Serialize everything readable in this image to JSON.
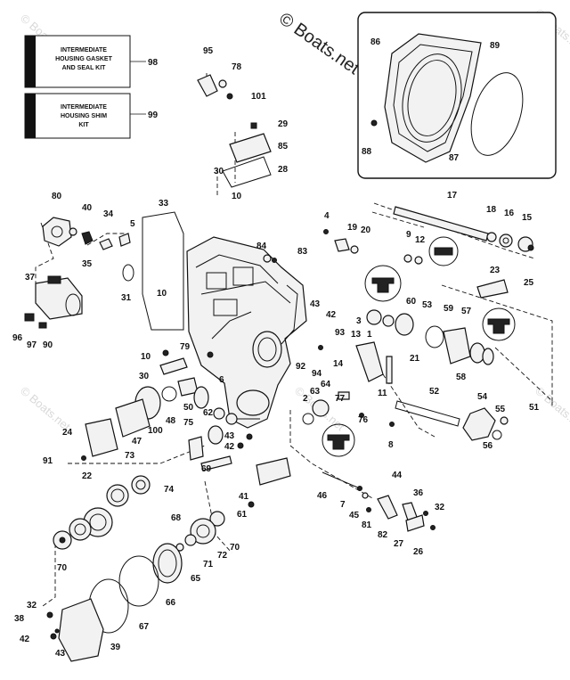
{
  "watermark": {
    "text": "© Boats.net",
    "ghost_text": "© Boats.net"
  },
  "kits": [
    {
      "line1": "INTERMEDIATE",
      "line2": "HOUSING GASKET",
      "line3": "AND SEAL KIT",
      "ref": "98"
    },
    {
      "line1": "INTERMEDIATE",
      "line2": "HOUSING SHIM",
      "line3": "KIT",
      "ref": "99"
    }
  ],
  "callouts": [
    {
      "id": "95",
      "label": "95"
    },
    {
      "id": "78",
      "label": "78"
    },
    {
      "id": "101",
      "label": "101"
    },
    {
      "id": "29",
      "label": "29"
    },
    {
      "id": "85",
      "label": "85"
    },
    {
      "id": "28",
      "label": "28"
    },
    {
      "id": "86",
      "label": "86"
    },
    {
      "id": "89",
      "label": "89"
    },
    {
      "id": "88",
      "label": "88"
    },
    {
      "id": "87",
      "label": "87"
    },
    {
      "id": "30a",
      "label": "30"
    },
    {
      "id": "10a",
      "label": "10"
    },
    {
      "id": "80",
      "label": "80"
    },
    {
      "id": "40",
      "label": "40"
    },
    {
      "id": "34",
      "label": "34"
    },
    {
      "id": "5",
      "label": "5"
    },
    {
      "id": "33",
      "label": "33"
    },
    {
      "id": "35",
      "label": "35"
    },
    {
      "id": "4",
      "label": "4"
    },
    {
      "id": "19",
      "label": "19"
    },
    {
      "id": "20",
      "label": "20"
    },
    {
      "id": "17",
      "label": "17"
    },
    {
      "id": "18",
      "label": "18"
    },
    {
      "id": "16",
      "label": "16"
    },
    {
      "id": "15",
      "label": "15"
    },
    {
      "id": "84",
      "label": "84"
    },
    {
      "id": "83",
      "label": "83"
    },
    {
      "id": "9",
      "label": "9"
    },
    {
      "id": "12",
      "label": "12"
    },
    {
      "id": "37",
      "label": "37"
    },
    {
      "id": "31",
      "label": "31"
    },
    {
      "id": "10b",
      "label": "10"
    },
    {
      "id": "23",
      "label": "23"
    },
    {
      "id": "25",
      "label": "25"
    },
    {
      "id": "96",
      "label": "96"
    },
    {
      "id": "97",
      "label": "97"
    },
    {
      "id": "90",
      "label": "90"
    },
    {
      "id": "43a",
      "label": "43"
    },
    {
      "id": "42a",
      "label": "42"
    },
    {
      "id": "3",
      "label": "3"
    },
    {
      "id": "60",
      "label": "60"
    },
    {
      "id": "53",
      "label": "53"
    },
    {
      "id": "59",
      "label": "59"
    },
    {
      "id": "57",
      "label": "57"
    },
    {
      "id": "93",
      "label": "93"
    },
    {
      "id": "13",
      "label": "13"
    },
    {
      "id": "1",
      "label": "1"
    },
    {
      "id": "79",
      "label": "79"
    },
    {
      "id": "10c",
      "label": "10"
    },
    {
      "id": "92",
      "label": "92"
    },
    {
      "id": "94",
      "label": "94"
    },
    {
      "id": "14",
      "label": "14"
    },
    {
      "id": "21",
      "label": "21"
    },
    {
      "id": "58",
      "label": "58"
    },
    {
      "id": "30b",
      "label": "30"
    },
    {
      "id": "6",
      "label": "6"
    },
    {
      "id": "11",
      "label": "11"
    },
    {
      "id": "63",
      "label": "63"
    },
    {
      "id": "64",
      "label": "64"
    },
    {
      "id": "2",
      "label": "2"
    },
    {
      "id": "52",
      "label": "52"
    },
    {
      "id": "54",
      "label": "54"
    },
    {
      "id": "51",
      "label": "51"
    },
    {
      "id": "48",
      "label": "48"
    },
    {
      "id": "50",
      "label": "50"
    },
    {
      "id": "62",
      "label": "62"
    },
    {
      "id": "100",
      "label": "100"
    },
    {
      "id": "77",
      "label": "77"
    },
    {
      "id": "76",
      "label": "76"
    },
    {
      "id": "55",
      "label": "55"
    },
    {
      "id": "47",
      "label": "47"
    },
    {
      "id": "75",
      "label": "75"
    },
    {
      "id": "43b",
      "label": "43"
    },
    {
      "id": "42b",
      "label": "42"
    },
    {
      "id": "8",
      "label": "8"
    },
    {
      "id": "56",
      "label": "56"
    },
    {
      "id": "24",
      "label": "24"
    },
    {
      "id": "91",
      "label": "91"
    },
    {
      "id": "22",
      "label": "22"
    },
    {
      "id": "69",
      "label": "69"
    },
    {
      "id": "73",
      "label": "73"
    },
    {
      "id": "74",
      "label": "74"
    },
    {
      "id": "44",
      "label": "44"
    },
    {
      "id": "41",
      "label": "41"
    },
    {
      "id": "46",
      "label": "46"
    },
    {
      "id": "36",
      "label": "36"
    },
    {
      "id": "7",
      "label": "7"
    },
    {
      "id": "61",
      "label": "61"
    },
    {
      "id": "45",
      "label": "45"
    },
    {
      "id": "81",
      "label": "81"
    },
    {
      "id": "32a",
      "label": "32"
    },
    {
      "id": "68",
      "label": "68"
    },
    {
      "id": "82",
      "label": "82"
    },
    {
      "id": "27",
      "label": "27"
    },
    {
      "id": "70a",
      "label": "70"
    },
    {
      "id": "26",
      "label": "26"
    },
    {
      "id": "72",
      "label": "72"
    },
    {
      "id": "71",
      "label": "71"
    },
    {
      "id": "70b",
      "label": "70"
    },
    {
      "id": "65",
      "label": "65"
    },
    {
      "id": "66",
      "label": "66"
    },
    {
      "id": "32b",
      "label": "32"
    },
    {
      "id": "38",
      "label": "38"
    },
    {
      "id": "67",
      "label": "67"
    },
    {
      "id": "42c",
      "label": "42"
    },
    {
      "id": "43c",
      "label": "43"
    },
    {
      "id": "39",
      "label": "39"
    }
  ]
}
